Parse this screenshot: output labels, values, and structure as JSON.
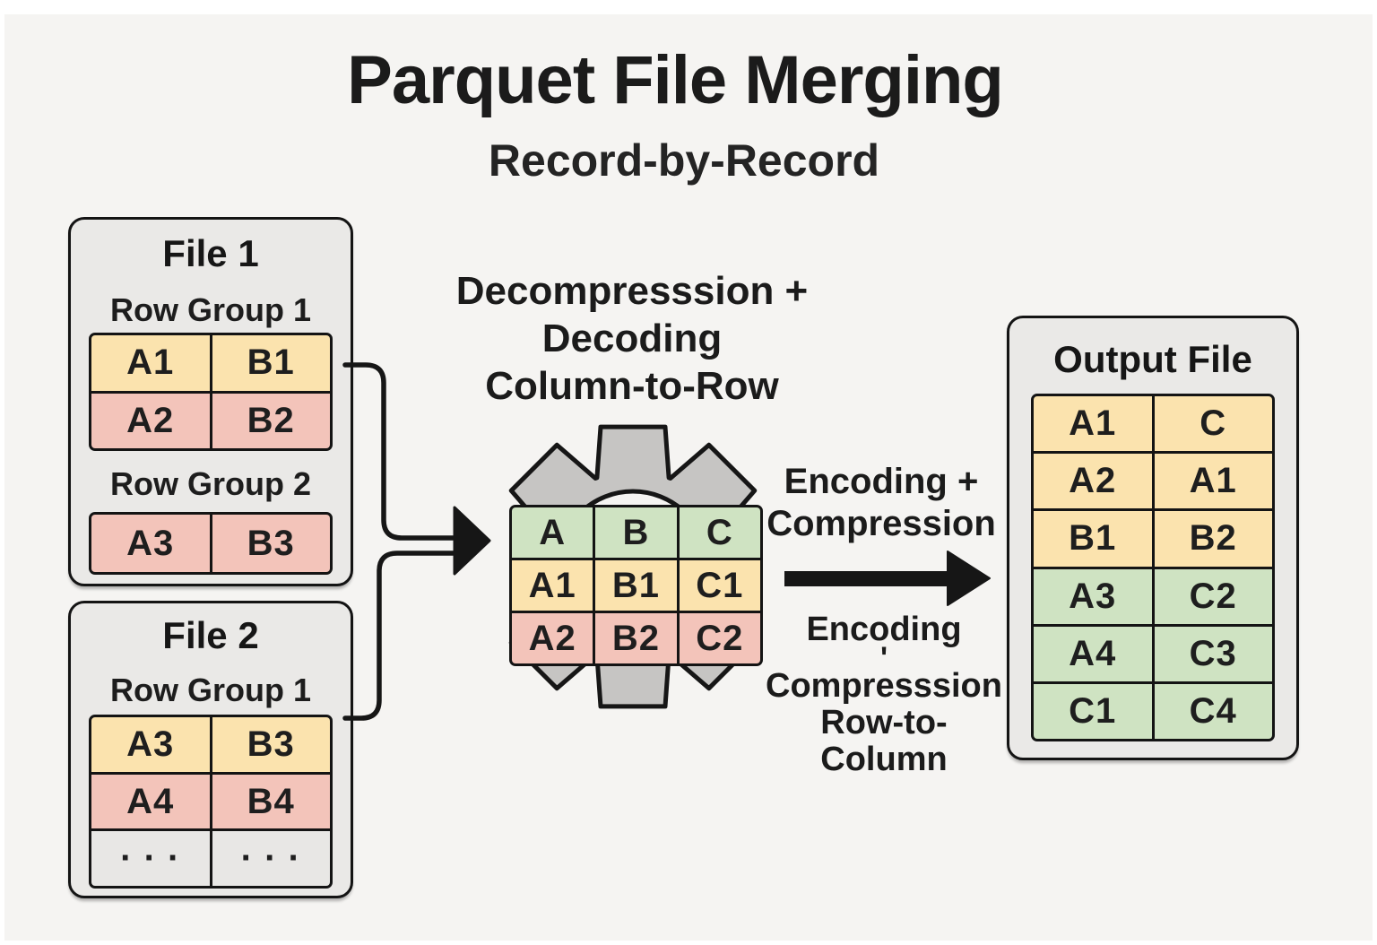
{
  "title": "Parquet File Merging",
  "subtitle": "Record-by-Record",
  "file1": {
    "title": "File 1",
    "group1_label": "Row Group 1",
    "group1_rows": [
      {
        "color": "yellow",
        "cells": [
          "A1",
          "B1"
        ]
      },
      {
        "color": "pink",
        "cells": [
          "A2",
          "B2"
        ]
      }
    ],
    "group2_label": "Row Group 2",
    "group2_rows": [
      {
        "color": "pink",
        "cells": [
          "A3",
          "B3"
        ]
      }
    ]
  },
  "file2": {
    "title": "File 2",
    "group1_label": "Row Group 1",
    "group1_rows": [
      {
        "color": "yellow",
        "cells": [
          "A3",
          "B3"
        ]
      },
      {
        "color": "pink",
        "cells": [
          "A4",
          "B4"
        ]
      },
      {
        "color": "gray",
        "cells": [
          "· · ·",
          "· · ·"
        ]
      }
    ]
  },
  "process": {
    "label_lines": [
      "Decompresssion +",
      "Decoding",
      "Column-to-Row"
    ],
    "table_rows": [
      {
        "color": "green",
        "cells": [
          "A",
          "B",
          "C"
        ]
      },
      {
        "color": "yellow",
        "cells": [
          "A1",
          "B1",
          "C1"
        ]
      },
      {
        "color": "pink",
        "cells": [
          "A2",
          "B2",
          "C2"
        ]
      }
    ]
  },
  "encode": {
    "above_lines": [
      "Encoding +",
      "Compression"
    ],
    "below_line1": "Encoding",
    "below_tick": "'",
    "below_line2": "Compresssion",
    "below_line3": "Row-to-Column"
  },
  "output": {
    "title": "Output File",
    "table_rows": [
      {
        "color": "yellow",
        "cells": [
          "A1",
          "C"
        ]
      },
      {
        "color": "yellow",
        "cells": [
          "A2",
          "A1"
        ]
      },
      {
        "color": "yellow",
        "cells": [
          "B1",
          "B2"
        ]
      },
      {
        "color": "green",
        "cells": [
          "A3",
          "C2"
        ]
      },
      {
        "color": "green",
        "cells": [
          "A4",
          "C3"
        ]
      },
      {
        "color": "green",
        "cells": [
          "C1",
          "C4"
        ]
      }
    ]
  },
  "colors": {
    "yellow": "#fbe3ae",
    "pink": "#f3c4ba",
    "green": "#cfe3c2",
    "gray": "#e8e7e5",
    "box_bg": "#eae9e7",
    "gear": "#c6c5c3",
    "canvas_bg": "#f5f4f2",
    "ink": "#161616"
  }
}
